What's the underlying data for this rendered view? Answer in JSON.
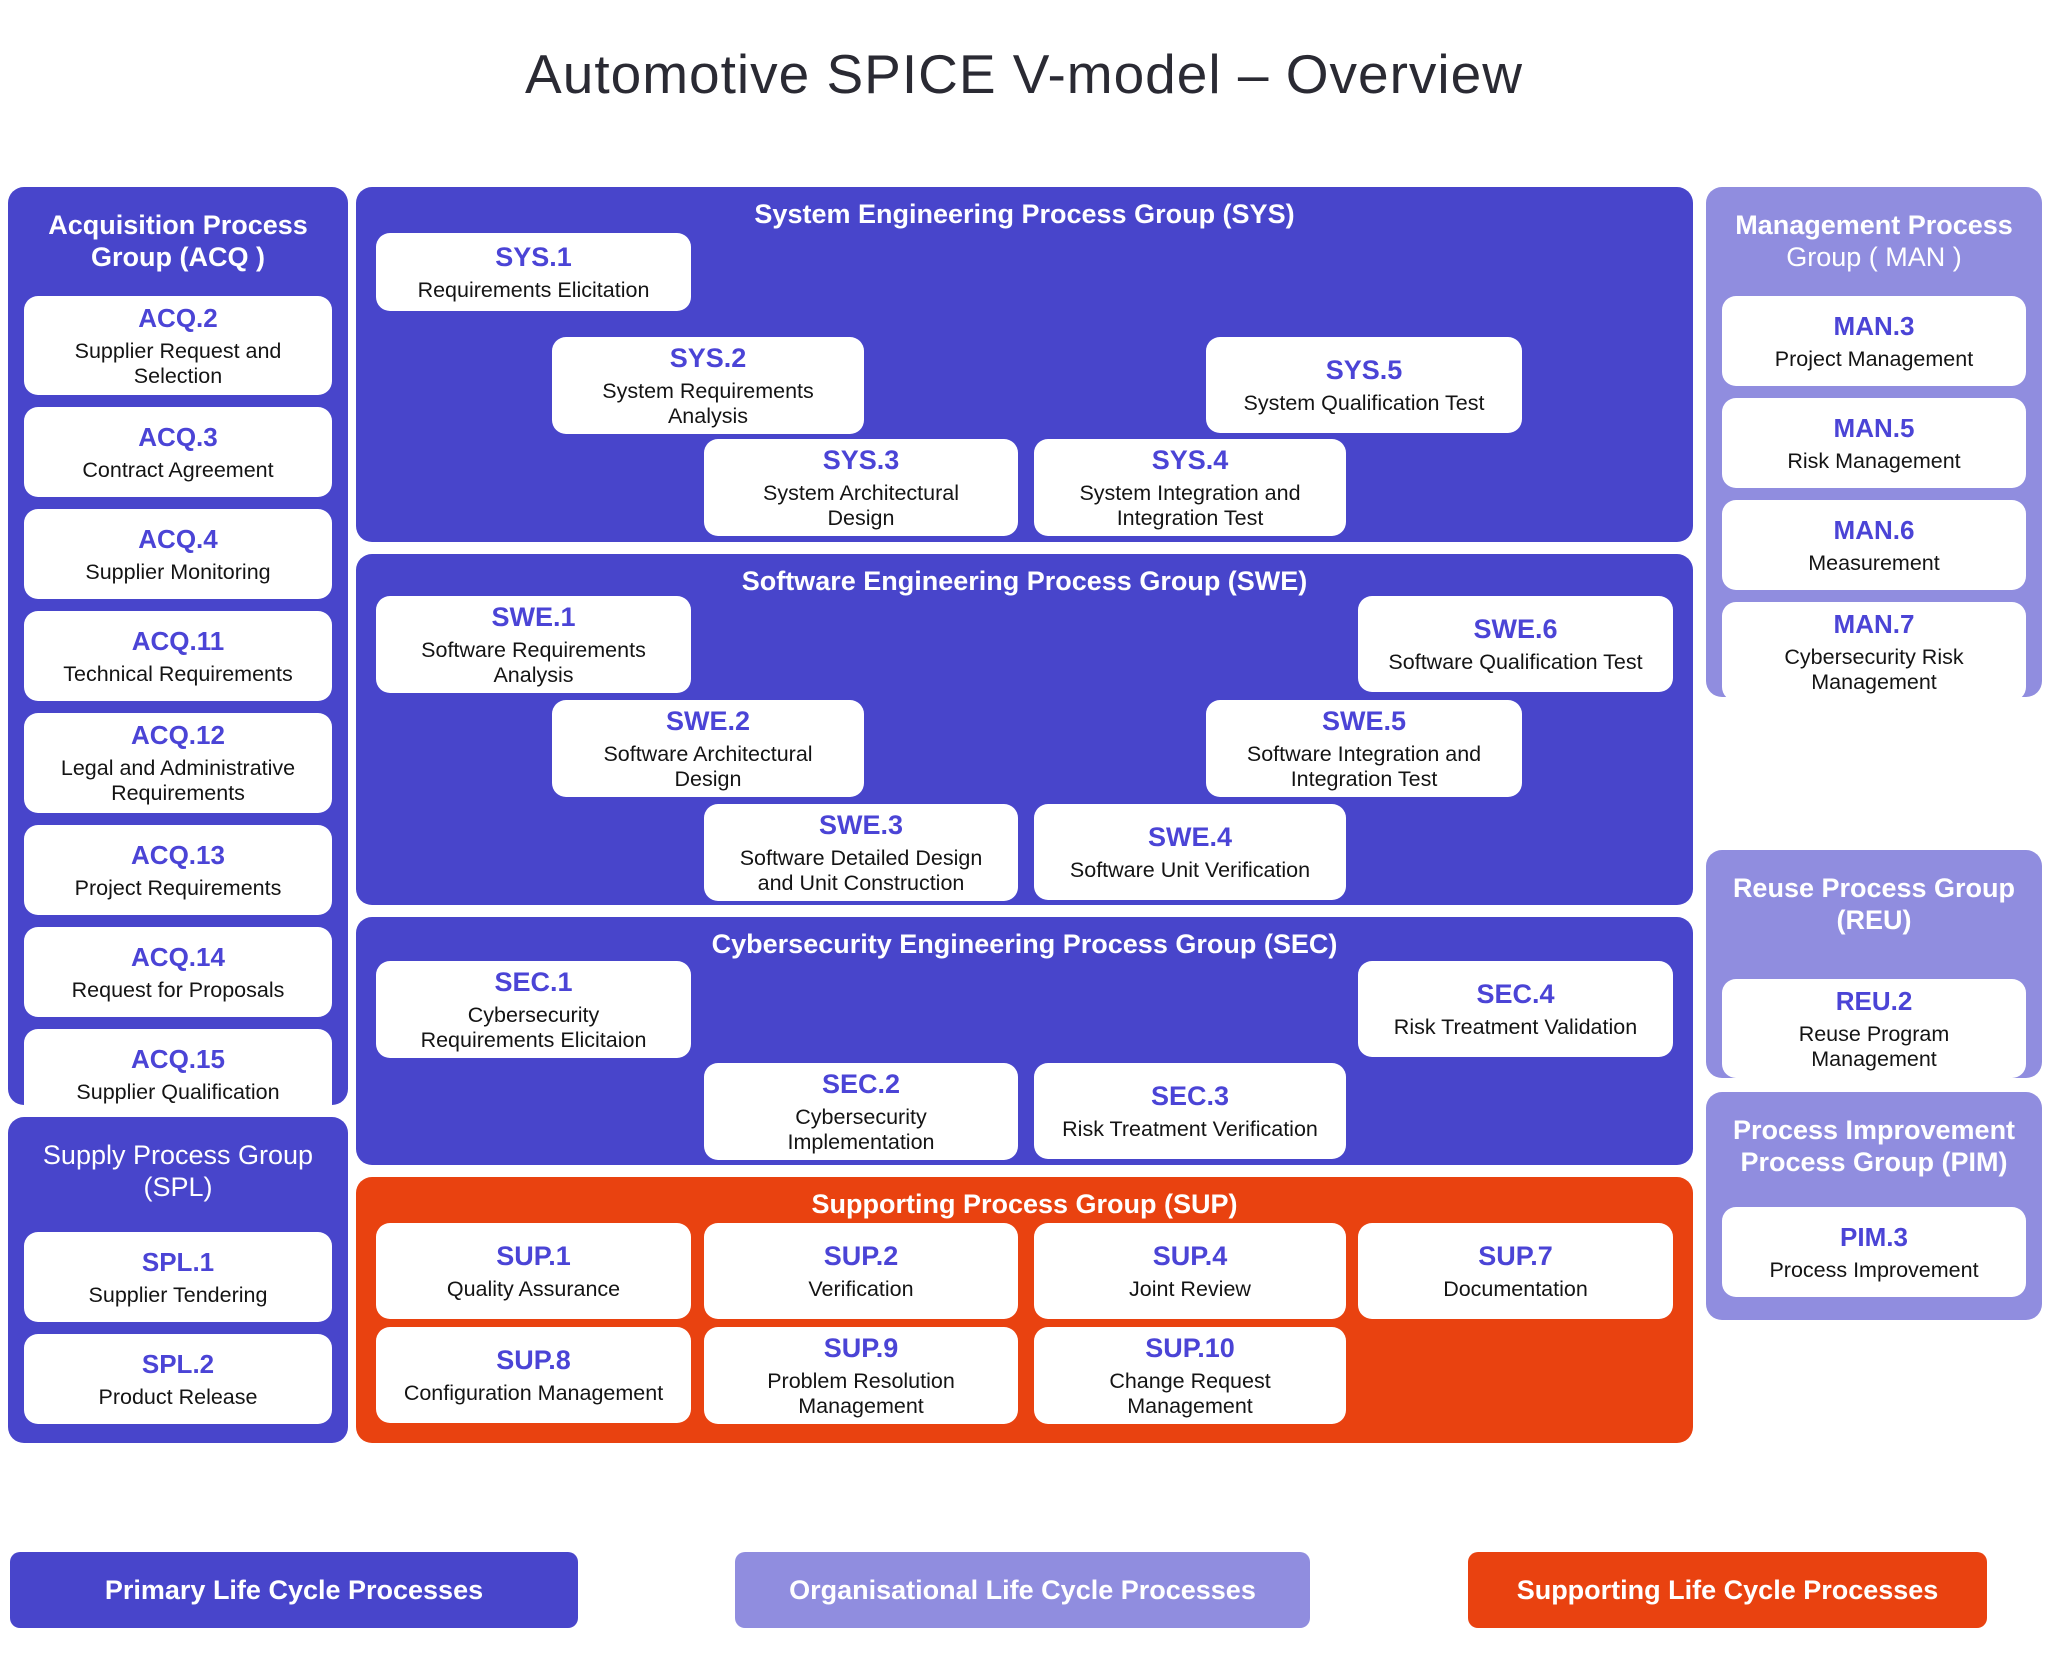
{
  "title": "Automotive SPICE V-model – Overview",
  "colors": {
    "primary": "#4845CB",
    "organisational": "#908DDF",
    "supporting": "#E94210",
    "code": "#4B44D6",
    "text": "#141414",
    "heading": "#2A2A33"
  },
  "groups": {
    "acq": {
      "title": "Acquisition Process Group (ACQ )",
      "items": [
        {
          "code": "ACQ.2",
          "label": "Supplier Request and Selection"
        },
        {
          "code": "ACQ.3",
          "label": "Contract Agreement"
        },
        {
          "code": "ACQ.4",
          "label": "Supplier Monitoring"
        },
        {
          "code": "ACQ.11",
          "label": "Technical Requirements"
        },
        {
          "code": "ACQ.12",
          "label": "Legal and Administrative Requirements"
        },
        {
          "code": "ACQ.13",
          "label": "Project Requirements"
        },
        {
          "code": "ACQ.14",
          "label": "Request for Proposals"
        },
        {
          "code": "ACQ.15",
          "label": "Supplier Qualification"
        }
      ]
    },
    "spl": {
      "title": "Supply Process Group (SPL)",
      "items": [
        {
          "code": "SPL.1",
          "label": "Supplier Tendering"
        },
        {
          "code": "SPL.2",
          "label": "Product Release"
        }
      ]
    },
    "sys": {
      "title": "System Engineering Process Group (SYS)",
      "items": [
        {
          "code": "SYS.1",
          "label": "Requirements Elicitation"
        },
        {
          "code": "SYS.2",
          "label": "System Requirements Analysis"
        },
        {
          "code": "SYS.3",
          "label": "System Architectural Design"
        },
        {
          "code": "SYS.4",
          "label": "System Integration and Integration Test"
        },
        {
          "code": "SYS.5",
          "label": "System Qualification Test"
        }
      ]
    },
    "swe": {
      "title": "Software Engineering Process Group (SWE)",
      "items": [
        {
          "code": "SWE.1",
          "label": "Software Requirements Analysis"
        },
        {
          "code": "SWE.2",
          "label": "Software Architectural Design"
        },
        {
          "code": "SWE.3",
          "label": "Software Detailed Design and Unit Construction"
        },
        {
          "code": "SWE.4",
          "label": "Software Unit Verification"
        },
        {
          "code": "SWE.5",
          "label": "Software Integration and Integration Test"
        },
        {
          "code": "SWE.6",
          "label": "Software Qualification Test"
        }
      ]
    },
    "sec": {
      "title": "Cybersecurity Engineering Process Group (SEC)",
      "items": [
        {
          "code": "SEC.1",
          "label": "Cybersecurity Requirements Elicitaion"
        },
        {
          "code": "SEC.2",
          "label": "Cybersecurity Implementation"
        },
        {
          "code": "SEC.3",
          "label": "Risk Treatment Verification"
        },
        {
          "code": "SEC.4",
          "label": "Risk Treatment Validation"
        }
      ]
    },
    "sup": {
      "title": "Supporting Process Group (SUP)",
      "items": [
        {
          "code": "SUP.1",
          "label": "Quality Assurance"
        },
        {
          "code": "SUP.2",
          "label": "Verification"
        },
        {
          "code": "SUP.4",
          "label": "Joint Review"
        },
        {
          "code": "SUP.7",
          "label": "Documentation"
        },
        {
          "code": "SUP.8",
          "label": "Configuration Management"
        },
        {
          "code": "SUP.9",
          "label": "Problem Resolution Management"
        },
        {
          "code": "SUP.10",
          "label": "Change Request Management"
        }
      ]
    },
    "man": {
      "title_bold": "Management Process",
      "title_rest": "Group ( MAN )",
      "items": [
        {
          "code": "MAN.3",
          "label": "Project Management"
        },
        {
          "code": "MAN.5",
          "label": "Risk Management"
        },
        {
          "code": "MAN.6",
          "label": "Measurement"
        },
        {
          "code": "MAN.7",
          "label": "Cybersecurity Risk Management"
        }
      ]
    },
    "reu": {
      "title": "Reuse Process Group (REU)",
      "items": [
        {
          "code": "REU.2",
          "label": "Reuse Program Management"
        }
      ]
    },
    "pim": {
      "title": "Process Improvement Process Group (PIM)",
      "items": [
        {
          "code": "PIM.3",
          "label": "Process Improvement"
        }
      ]
    }
  },
  "legend": [
    {
      "label": "Primary Life Cycle Processes"
    },
    {
      "label": "Organisational Life Cycle Processes"
    },
    {
      "label": "Supporting Life Cycle Processes"
    }
  ]
}
